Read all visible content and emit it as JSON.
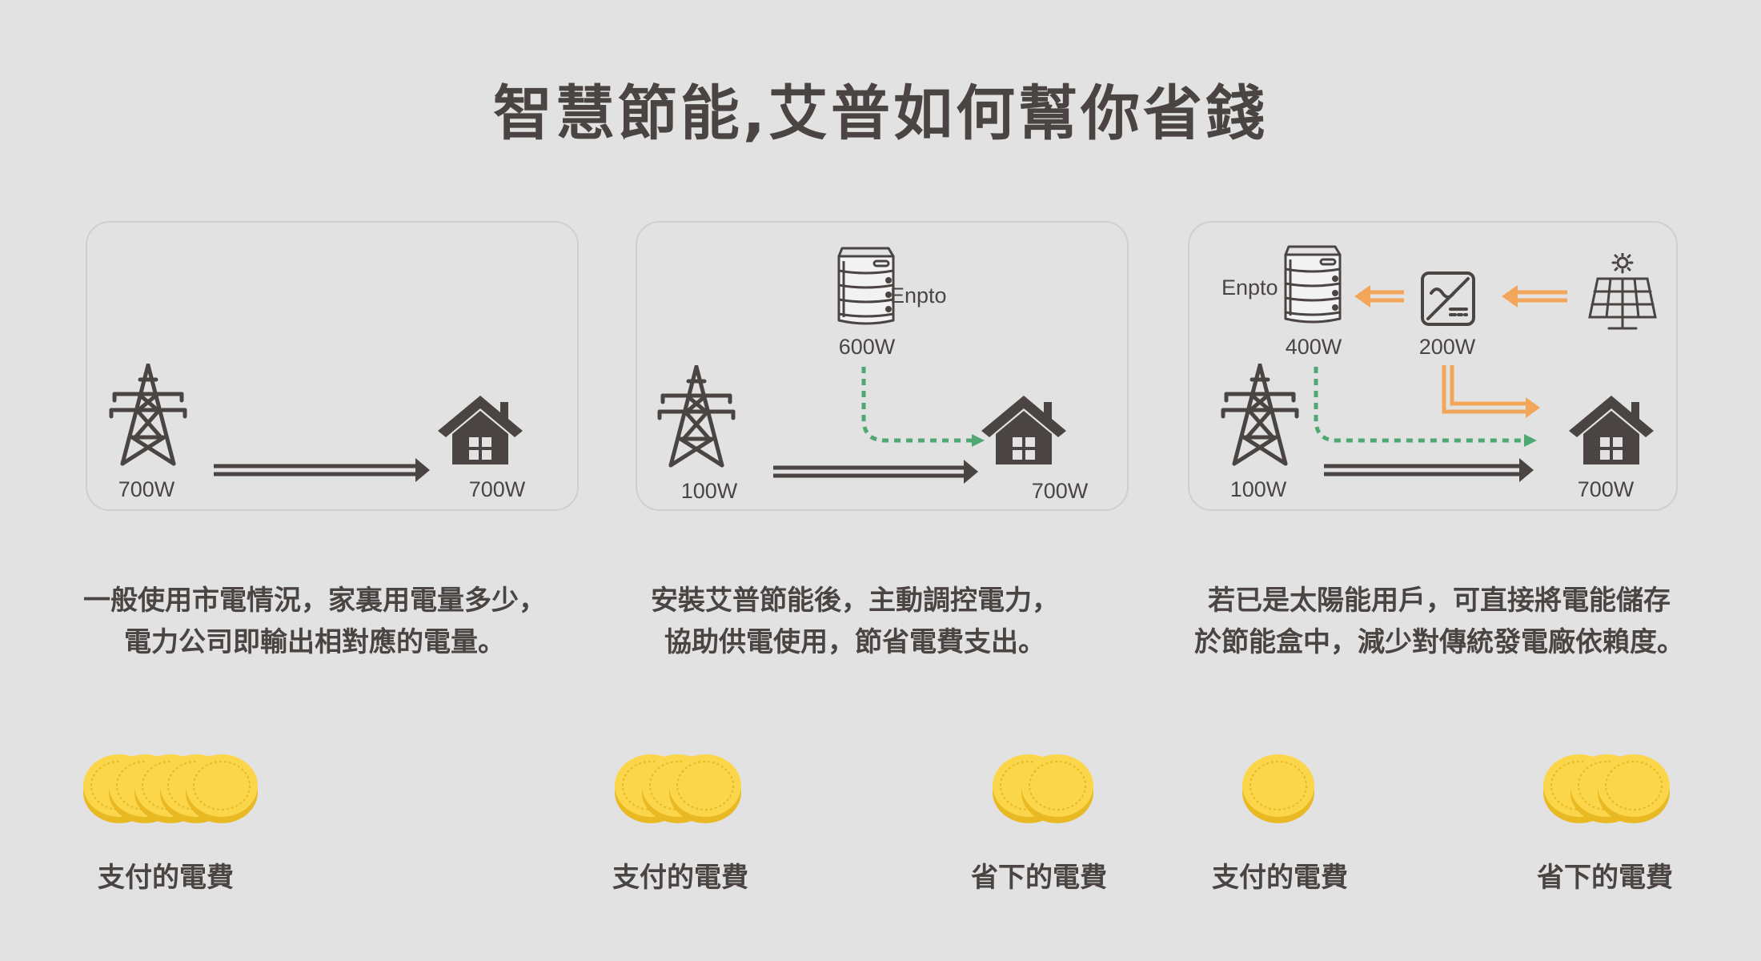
{
  "title": "智慧節能,艾普如何幫你省錢",
  "panels": [
    {
      "tower_watts": "700W",
      "house_watts": "700W",
      "caption_line1": "一般使用市電情況，家裏用電量多少，",
      "caption_line2": "電力公司即輸出相對應的電量。"
    },
    {
      "battery_label": "Enpto",
      "battery_watts": "600W",
      "tower_watts": "100W",
      "house_watts": "700W",
      "caption_line1": "安裝艾普節能後，主動調控電力，",
      "caption_line2": "協助供電使用，節省電費支出。"
    },
    {
      "battery_label": "Enpto",
      "battery_watts": "400W",
      "inverter_watts": "200W",
      "tower_watts": "100W",
      "house_watts": "700W",
      "caption_line1": "若已是太陽能用戶，可直接將電能儲存",
      "caption_line2": "於節能盒中，減少對傳統發電廠依賴度。"
    }
  ],
  "coin_groups": [
    {
      "label": "支付的電費",
      "coins": 5
    },
    {
      "label": "支付的電費",
      "coins": 3
    },
    {
      "label": "省下的電費",
      "coins": 2
    },
    {
      "label": "支付的電費",
      "coins": 1
    },
    {
      "label": "省下的電費",
      "coins": 3
    }
  ],
  "colors": {
    "background": "#e2e2e2",
    "text": "#4a4543",
    "grid_flow": "#4a4543",
    "battery_flow": "#4fa871",
    "solar_flow": "#f2a65a",
    "coin": "#fcd64a",
    "coin_edge": "#e8b923"
  }
}
